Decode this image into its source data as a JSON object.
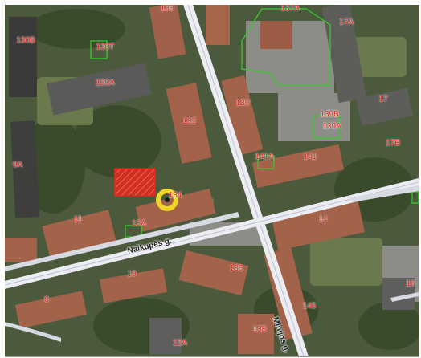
{
  "map": {
    "streets": [
      {
        "id": "naikupes",
        "label": "Naikupės g."
      },
      {
        "id": "minijos",
        "label": "Minijos g."
      }
    ],
    "buildings": [
      "130",
      "130B",
      "130T",
      "130A",
      "132",
      "139",
      "137A",
      "17A",
      "17",
      "139B",
      "139A",
      "17B",
      "141A",
      "141",
      "9A",
      "134",
      "11",
      "13A",
      "14",
      "136",
      "10",
      "8",
      "145",
      "138",
      "12A",
      "16"
    ],
    "colors": {
      "building_label": "#e0201c",
      "selected_parcel": "#e8281c",
      "marker": "#f2d52a",
      "cadastral_outline": "#36c92a",
      "road": "#ecedf2"
    },
    "marker_icon": "location-pin-ring-icon"
  }
}
